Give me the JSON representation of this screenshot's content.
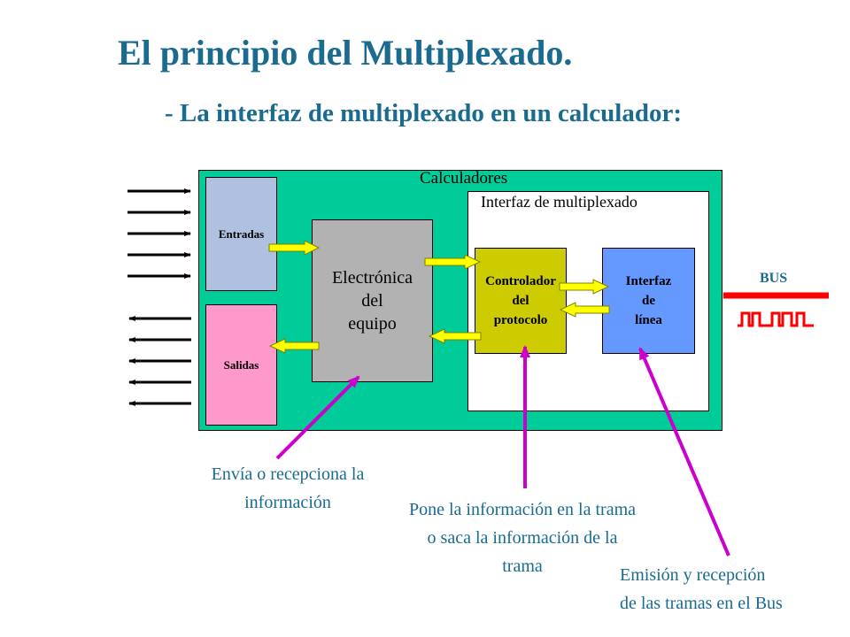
{
  "header": {
    "title": "El principio del Multiplexado.",
    "subtitle": "- La interfaz de multiplexado en un calculador:"
  },
  "diagram": {
    "container_label": "Calculadores",
    "interface_label": "Interfaz de multiplexado",
    "blocks": {
      "entradas": "Entradas",
      "salidas": "Salidas",
      "electronica": [
        "Electrónica",
        "del",
        "equipo"
      ],
      "controlador": [
        "Controlador",
        "del",
        "protocolo"
      ],
      "linea": [
        "Interfaz",
        "de",
        "línea"
      ]
    },
    "bus_label": "BUS",
    "input_arrows": 5,
    "output_arrows": 5
  },
  "annotations": {
    "electronica": [
      "Envía o recepciona la",
      "información"
    ],
    "controlador": [
      "Pone la información en la trama",
      "o saca la información de la",
      "trama"
    ],
    "linea": [
      "Emisión y recepción",
      "de las tramas en el Bus"
    ]
  },
  "colors": {
    "title": "#1a6b8f",
    "calculadores_bg": "#00cc99",
    "entradas_bg": "#b0c0e0",
    "salidas_bg": "#ff99cc",
    "electronica_bg": "#b2b2b2",
    "controlador_bg": "#cccc00",
    "linea_bg": "#6699ff",
    "data_arrow": "#ffff00",
    "pointer_arrow": "#cc00cc",
    "bus": "#ff0000"
  }
}
